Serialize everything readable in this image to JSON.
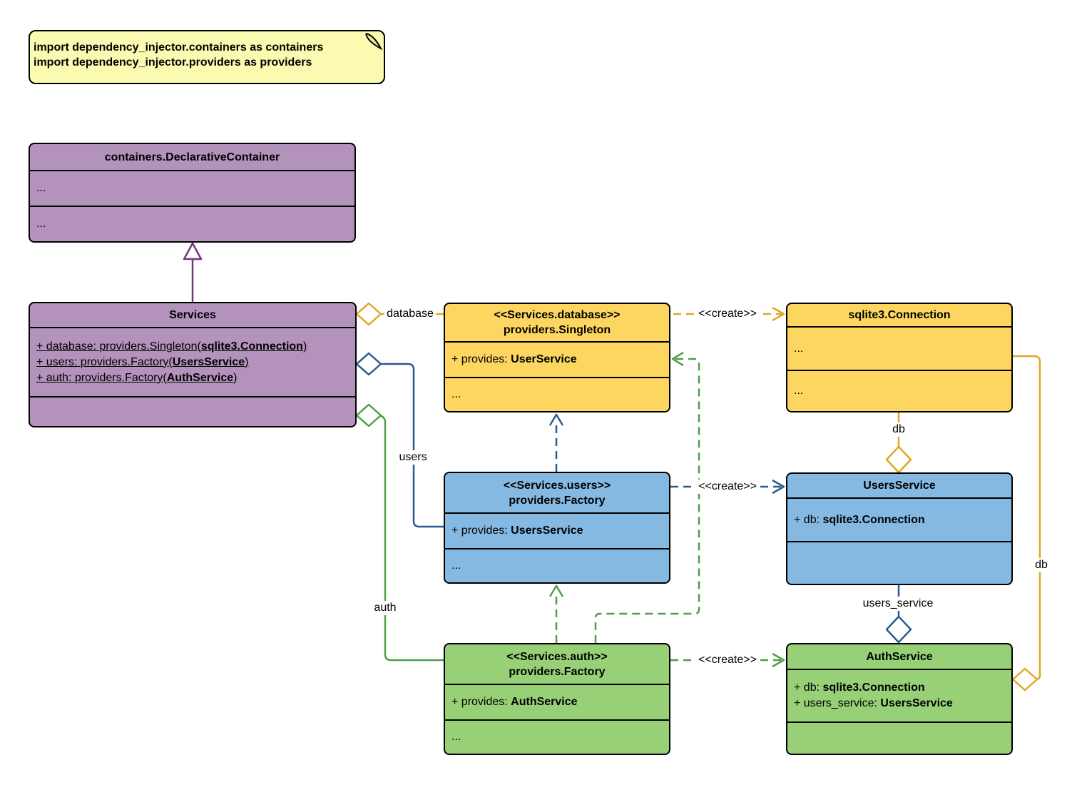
{
  "note": {
    "line1": "import dependency_injector.containers as containers",
    "line2": "import dependency_injector.providers as providers"
  },
  "classes": {
    "declarative_container": {
      "title": "containers.DeclarativeContainer",
      "row1": "...",
      "row2": "..."
    },
    "services": {
      "title": "Services",
      "attr1": {
        "pre": "+ database: providers.Singleton(",
        "type": "sqlite3.Connection",
        "post": ")"
      },
      "attr2": {
        "pre": "+ users: providers.Factory(",
        "type": "UsersService",
        "post": ")"
      },
      "attr3": {
        "pre": "+ auth: providers.Factory(",
        "type": "AuthService",
        "post": ")"
      }
    },
    "database_singleton": {
      "stereotype": "<<Services.database>>",
      "title": "providers.Singleton",
      "provides_pre": "+ provides: ",
      "provides_type": "UserService",
      "row": "..."
    },
    "sqlite_connection": {
      "title": "sqlite3.Connection",
      "row1": "...",
      "row2": "..."
    },
    "users_factory": {
      "stereotype": "<<Services.users>>",
      "title": "providers.Factory",
      "provides_pre": "+ provides: ",
      "provides_type": "UsersService",
      "row": "..."
    },
    "users_service": {
      "title": "UsersService",
      "attr1": {
        "pre": "+ db: ",
        "type": "sqlite3.Connection"
      }
    },
    "auth_factory": {
      "stereotype": "<<Services.auth>>",
      "title": "providers.Factory",
      "provides_pre": "+ provides: ",
      "provides_type": "AuthService",
      "row": "..."
    },
    "auth_service": {
      "title": "AuthService",
      "attr1": {
        "pre": "+ db: ",
        "type": "sqlite3.Connection"
      },
      "attr2": {
        "pre": "+ users_service: ",
        "type": "UsersService"
      }
    }
  },
  "edge_labels": {
    "database": "database",
    "users": "users",
    "auth": "auth",
    "create_database": "<<create>>",
    "create_users": "<<create>>",
    "create_auth": "<<create>>",
    "db_users": "db",
    "db_auth": "db",
    "users_service": "users_service"
  },
  "colors": {
    "purple_fill": "#B392BC",
    "yellow_fill": "#FCD660",
    "blue_fill": "#85B9E2",
    "green_fill": "#97D077",
    "note_fill": "#FAFAB1",
    "purple_line": "#74377C",
    "yellow_line": "#E0A626",
    "blue_line": "#2C5A8E",
    "green_line": "#4F9E4A"
  }
}
